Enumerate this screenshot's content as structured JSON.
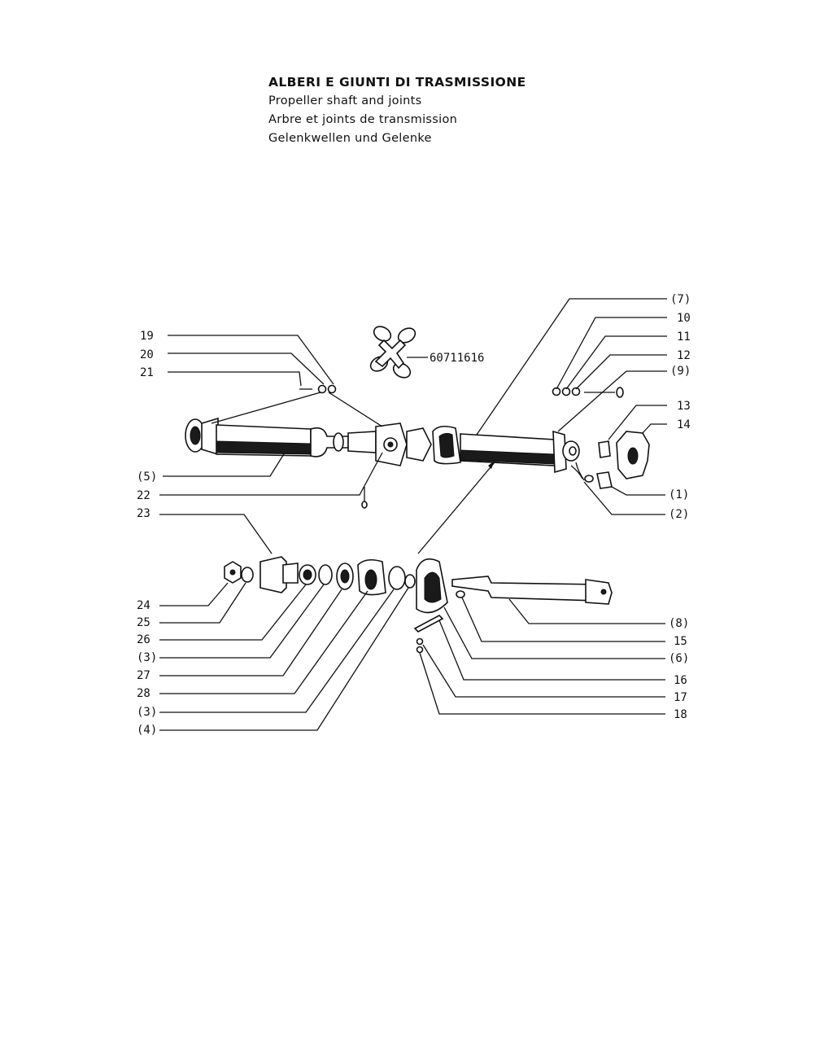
{
  "title": {
    "it": "ALBERI E GIUNTI DI TRASMISSIONE",
    "en": "Propeller shaft  and joints",
    "fr": "Arbre et joints de transmission",
    "de": "Gelenkwellen und Gelenke"
  },
  "part_number": "60711616",
  "callouts": [
    {
      "id": "c19",
      "text": "19"
    },
    {
      "id": "c20",
      "text": "20"
    },
    {
      "id": "c21",
      "text": "21"
    },
    {
      "id": "c5",
      "text": "(5)"
    },
    {
      "id": "c22",
      "text": "22"
    },
    {
      "id": "c23",
      "text": "23"
    },
    {
      "id": "c24",
      "text": "24"
    },
    {
      "id": "c25",
      "text": "25"
    },
    {
      "id": "c26",
      "text": "26"
    },
    {
      "id": "c3a",
      "text": "(3)"
    },
    {
      "id": "c27",
      "text": "27"
    },
    {
      "id": "c28",
      "text": "28"
    },
    {
      "id": "c3b",
      "text": "(3)"
    },
    {
      "id": "c4",
      "text": "(4)"
    },
    {
      "id": "c7",
      "text": "(7)"
    },
    {
      "id": "c10",
      "text": "10"
    },
    {
      "id": "c11",
      "text": "11"
    },
    {
      "id": "c12",
      "text": "12"
    },
    {
      "id": "c9",
      "text": "(9)"
    },
    {
      "id": "c13",
      "text": "13"
    },
    {
      "id": "c14",
      "text": "14"
    },
    {
      "id": "c1",
      "text": "(1)"
    },
    {
      "id": "c2",
      "text": "(2)"
    },
    {
      "id": "c8",
      "text": "(8)"
    },
    {
      "id": "c15",
      "text": "15"
    },
    {
      "id": "c6",
      "text": "(6)"
    },
    {
      "id": "c16",
      "text": "16"
    },
    {
      "id": "c17",
      "text": "17"
    },
    {
      "id": "c18",
      "text": "18"
    }
  ]
}
